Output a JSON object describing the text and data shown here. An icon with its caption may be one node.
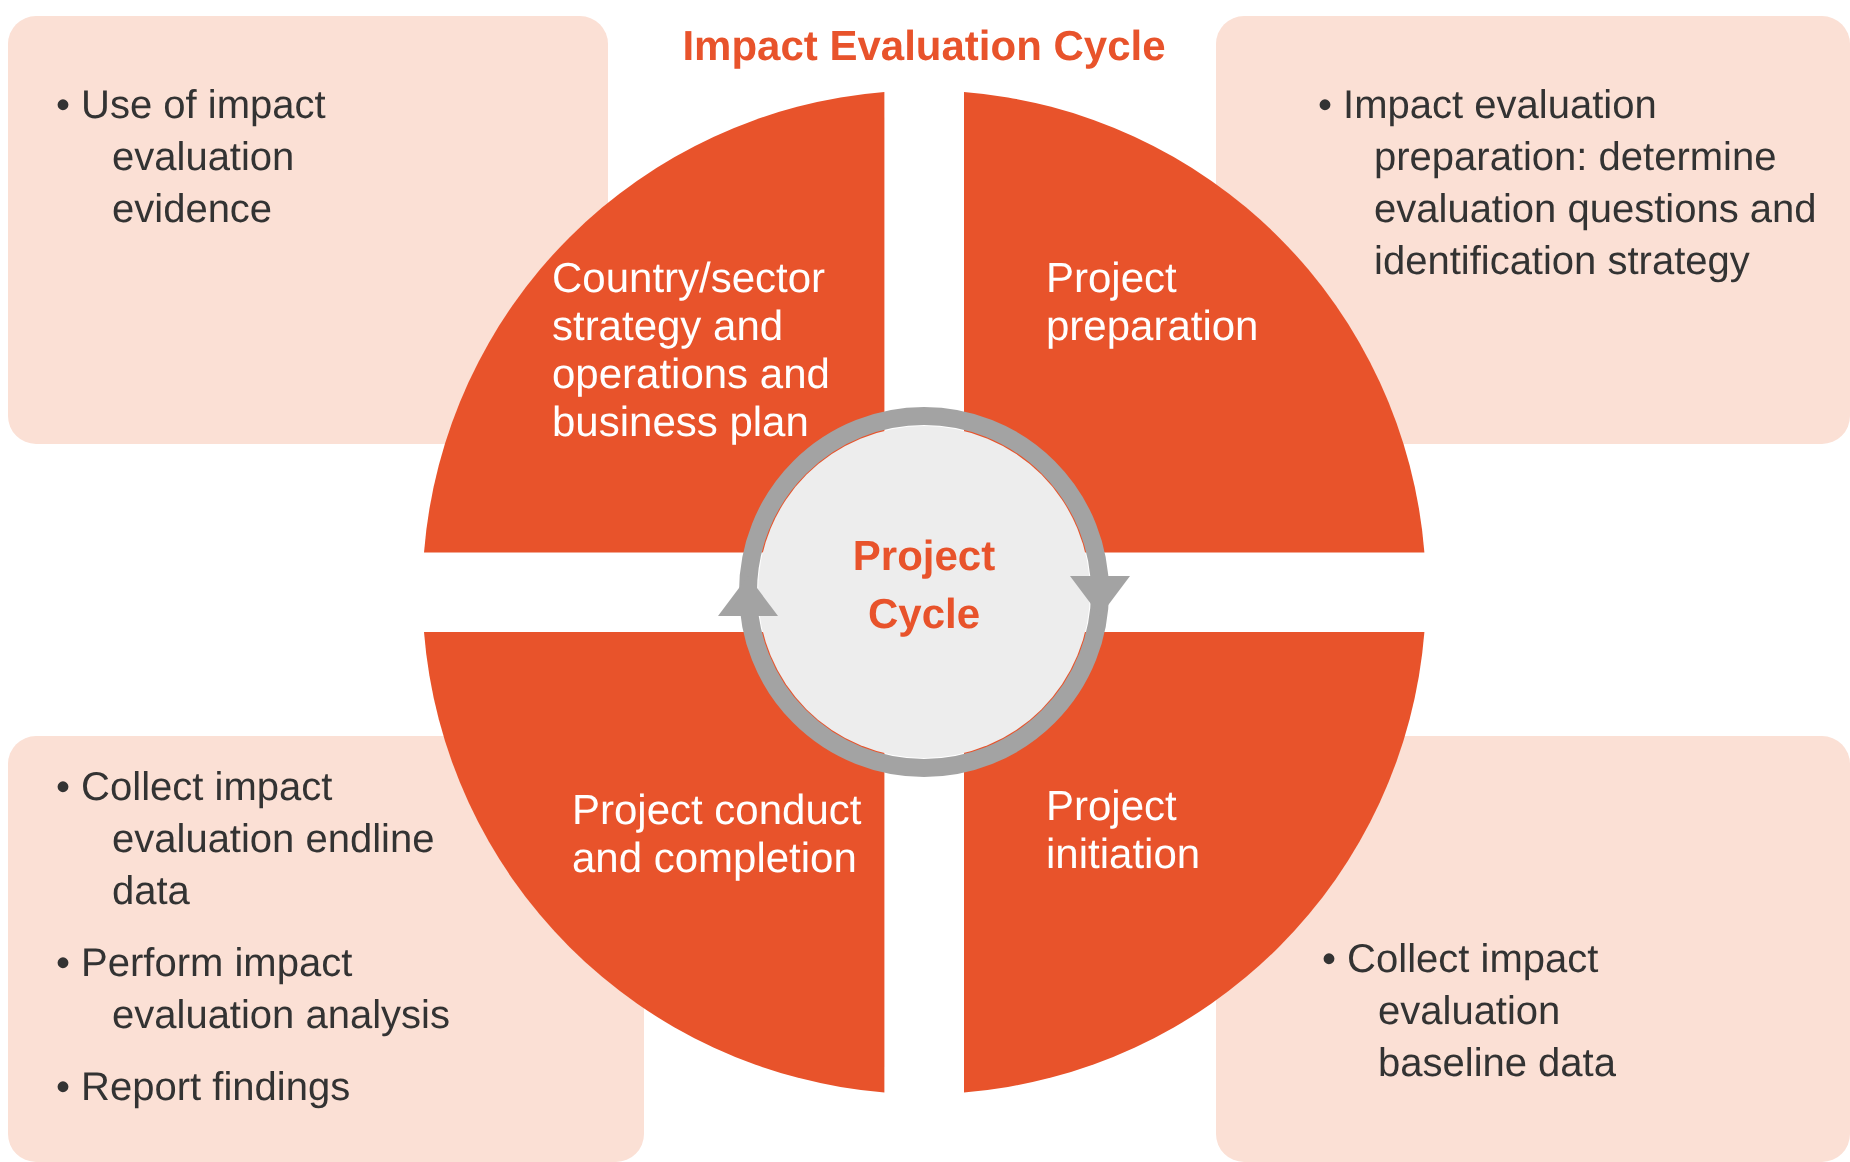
{
  "diagram": {
    "title": "Impact Evaluation Cycle",
    "nodes": [
      {
        "text": [
          "Country/sector strategy and operations and business plan"
        ]
      },
      {
        "text": [
          "Project preparation"
        ]
      },
      {
        "text": [
          "Project initiation"
        ]
      },
      {
        "text": [
          "Project conduct and completion"
        ]
      },
      {
        "text": [
          "Project Cycle"
        ]
      },
      {
        "text": [
          "• Use of impact evaluation evidence"
        ]
      },
      {
        "text": [
          "• Impact evaluation preparation: determine evaluation questions and identification strategy"
        ]
      },
      {
        "text": [
          "• Collect impact evaluation baseline data"
        ]
      },
      {
        "text": [
          "• Collect impact evaluation endline data",
          "• Perform impact evaluation analysis",
          "• Report findings"
        ]
      }
    ]
  }
}
